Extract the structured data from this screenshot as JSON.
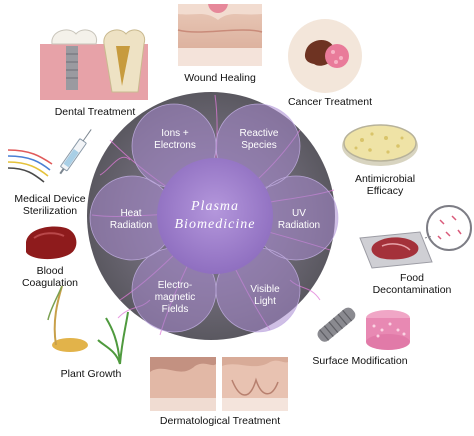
{
  "center": {
    "line1": "Plasma",
    "line2": "Biomedicine"
  },
  "petals": [
    {
      "id": "ions",
      "line1": "Ions +",
      "line2": "Electrons"
    },
    {
      "id": "reactive",
      "line1": "Reactive",
      "line2": "Species"
    },
    {
      "id": "uv",
      "line1": "UV",
      "line2": "Radiation"
    },
    {
      "id": "visible",
      "line1": "Visible",
      "line2": "Light"
    },
    {
      "id": "em",
      "line1": "Electro-",
      "line2": "magnetic",
      "line3": "Fields"
    },
    {
      "id": "heat",
      "line1": "Heat",
      "line2": "Radiation"
    }
  ],
  "applications": {
    "wound_healing": "Wound Healing",
    "cancer_treatment": "Cancer Treatment",
    "antimicrobial_1": "Antimicrobial",
    "antimicrobial_2": "Efficacy",
    "food_1": "Food",
    "food_2": "Decontamination",
    "surface_modification": "Surface Modification",
    "dermatological_treatment": "Dermatological Treatment",
    "plant_growth": "Plant Growth",
    "blood_1": "Blood",
    "blood_2": "Coagulation",
    "sterilization_1": "Medical Device",
    "sterilization_2": "Sterilization",
    "dental_treatment": "Dental Treatment"
  },
  "colors": {
    "outer_ring": "#6e6e76",
    "petal": "#a98bd0",
    "center": "#9a7bc9",
    "filament": "#e07ad8"
  }
}
